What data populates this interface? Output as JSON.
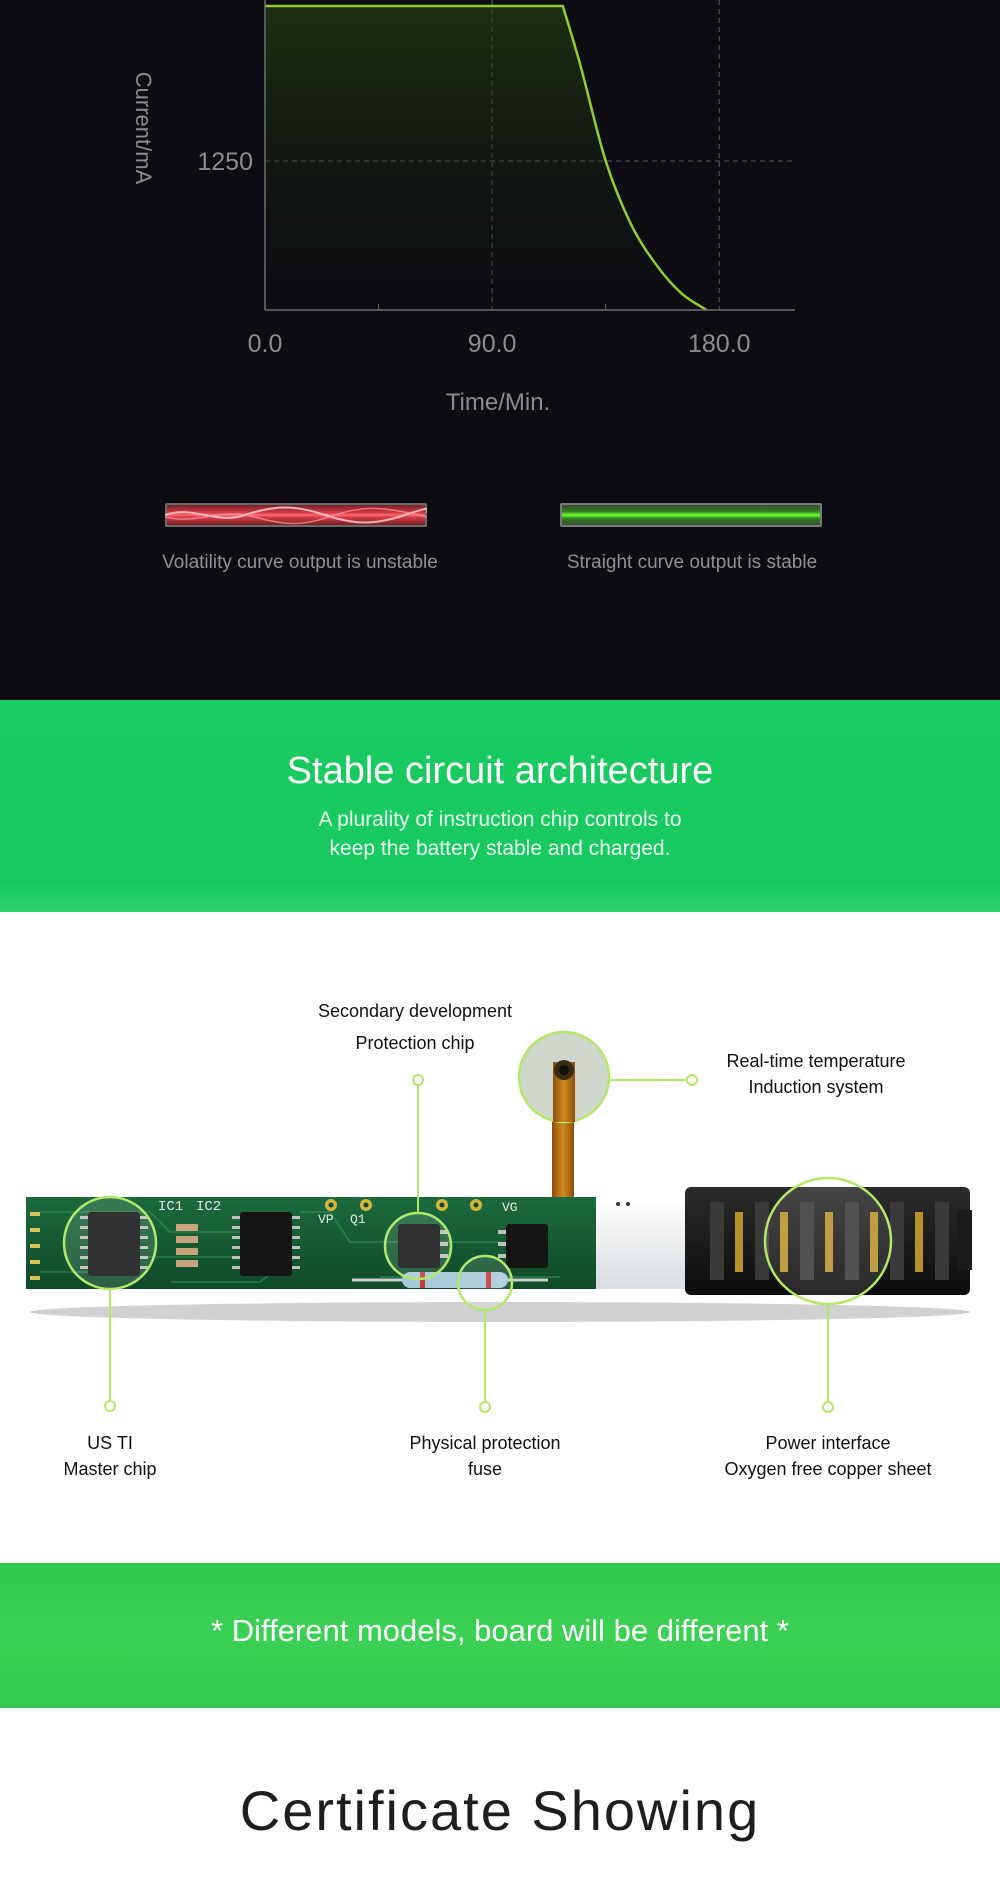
{
  "chart_data": {
    "type": "line",
    "title": "",
    "xlabel": "Time/Min.",
    "ylabel": "Current/mA",
    "x_ticks": [
      "0.0",
      "90.0",
      "180.0"
    ],
    "y_ticks": [
      "1250"
    ],
    "xlim": [
      0,
      210
    ],
    "ylim": [
      0,
      2600
    ],
    "grid": true,
    "series": [
      {
        "x": [
          0,
          118,
          125,
          135,
          145,
          155,
          165,
          175
        ],
        "y": [
          2550,
          2550,
          2050,
          1250,
          720,
          380,
          140,
          0
        ]
      }
    ],
    "colors": {
      "line": "#8fce2b",
      "background": "#0c0c12"
    }
  },
  "comparison": {
    "unstable_caption": "Volatility curve output is unstable",
    "stable_caption": "Straight curve output is stable",
    "unstable_color": "#e03a45",
    "stable_color": "#5bf52a"
  },
  "architecture": {
    "title": "Stable circuit architecture",
    "subtitle_line1": "A plurality of instruction chip controls to",
    "subtitle_line2": "keep the battery stable and charged."
  },
  "board": {
    "silkscreen": [
      "IC1",
      "IC2",
      "VP",
      "Q1",
      "VG"
    ],
    "labels": {
      "secondary_line1": "Secondary development",
      "secondary_line2": "Protection chip",
      "temperature_line1": "Real-time temperature",
      "temperature_line2": "Induction system",
      "master_line1": "US TI",
      "master_line2": "Master chip",
      "fuse_line1": "Physical protection",
      "fuse_line2": "fuse",
      "power_line1": "Power interface",
      "power_line2": "Oxygen free copper sheet"
    },
    "accent": "#b4e86a"
  },
  "note": {
    "text": "* Different models, board will be different *"
  },
  "certificate": {
    "title": "Certificate Showing"
  }
}
